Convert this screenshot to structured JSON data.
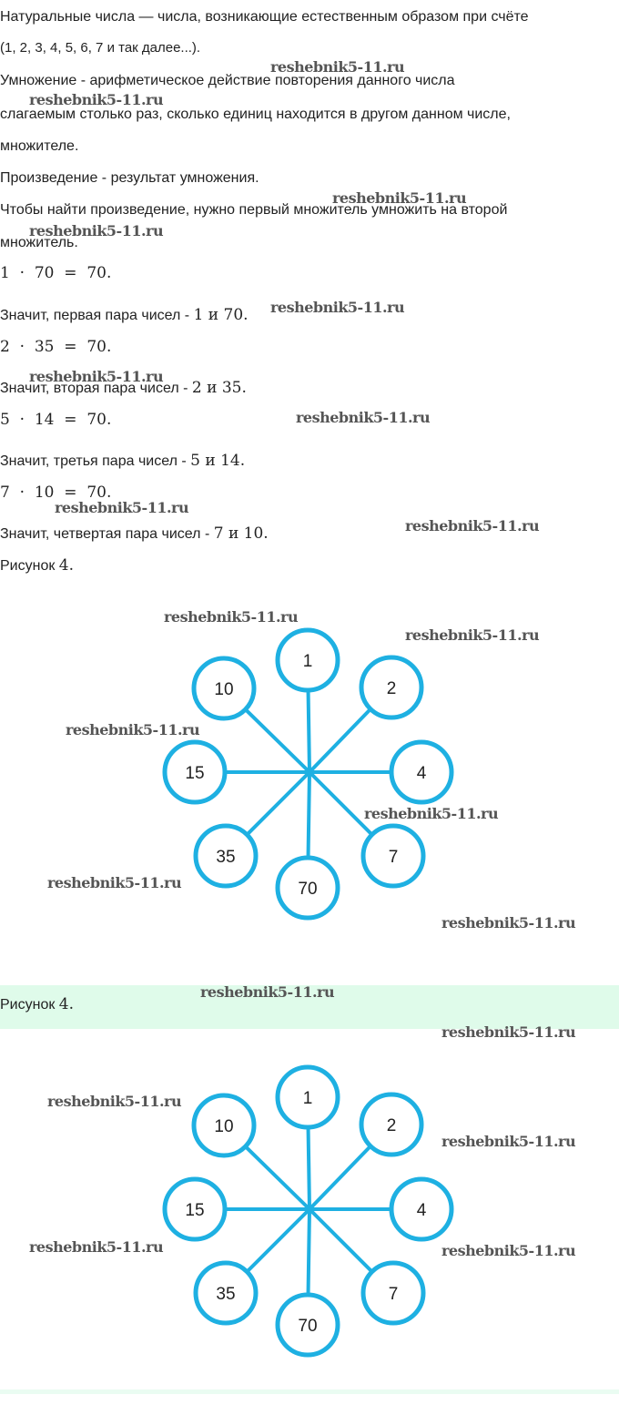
{
  "lines": [
    "Натуральные числа — числа, возникающие естественным образом при счёте",
    "(1, 2, 3, 4, 5, 6, 7 и так далее...).",
    "Умножение - арифметическое действие повторения данного числа",
    "слагаемым столько раз, сколько единиц находится в другом данном числе,",
    "множителе.",
    "Произведение - результат умножения.",
    "Чтобы найти произведение, нужно первый множитель умножить на второй",
    "множитель."
  ],
  "steps": [
    {
      "eq": "1  ·  70  =  70.",
      "text": "Значит, первая пара чисел - ",
      "pair": "1 и 70."
    },
    {
      "eq": "2  ·  35  =  70.",
      "text": "Значит, вторая пара чисел - ",
      "pair": "2 и 35."
    },
    {
      "eq": "5  ·  14  =  70.",
      "text": "Значит, третья пара чисел - ",
      "pair": "5 и 14."
    },
    {
      "eq": "7  ·  10  =  70.",
      "text": "Значит, четвертая пара чисел - ",
      "pair": "7 и 10."
    }
  ],
  "figure_label": "Рисунок ",
  "figure_num": "4.",
  "diagram_numbers": [
    "1",
    "2",
    "4",
    "7",
    "70",
    "35",
    "15",
    "10"
  ],
  "watermark": "reshebnik5-11.ru",
  "colors": {
    "circle": "#1eb0e2",
    "band": "#dffbea"
  }
}
